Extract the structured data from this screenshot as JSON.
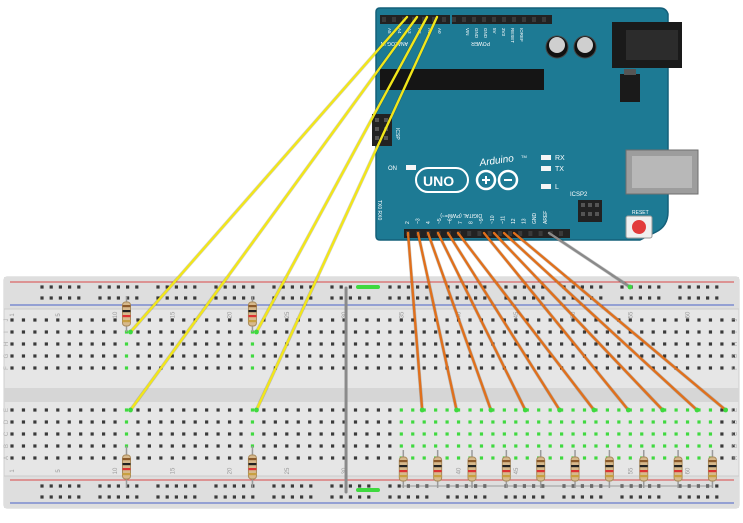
{
  "board": {
    "logo_uno": "UNO",
    "logo_brand": "Arduino",
    "tm": "TM",
    "label_rx": "RX",
    "label_tx": "TX",
    "label_l": "L",
    "label_on": "ON",
    "label_icsp": "ICSP",
    "label_icsp2": "ICSP2",
    "label_reset": "RESET",
    "label_digital": "DIGITAL (PWM=~)",
    "label_power": "POWER",
    "label_analog": "ANALOG IN",
    "label_txrx": "TX0 RX0",
    "digital_pins": [
      "2",
      "~3",
      "4",
      "~5",
      "~6",
      "7",
      "8",
      "~9",
      "~10",
      "~11",
      "12",
      "13",
      "GND",
      "AREF"
    ],
    "power_pins": [
      "IOREF",
      "RESET",
      "3V3",
      "5V",
      "GND",
      "GND",
      "VIN"
    ],
    "analog_pins": [
      "A0",
      "A1",
      "A2",
      "A3",
      "A4",
      "A5"
    ]
  },
  "breadboard": {
    "column_numbers": [
      "1",
      "5",
      "10",
      "15",
      "20",
      "25",
      "30",
      "35",
      "40",
      "45",
      "50",
      "55",
      "60"
    ],
    "row_letters_top": [
      "J",
      "I",
      "H",
      "G",
      "F"
    ],
    "row_letters_bottom": [
      "E",
      "D",
      "C",
      "B",
      "A"
    ]
  },
  "colors": {
    "board": "#1d7a94",
    "board_edge": "#15607a",
    "breadboard": "#e8e8e8",
    "rail_red": "#d94848",
    "rail_blue": "#4b62c8",
    "wire_yellow": "#f2e61a",
    "wire_orange": "#e0701c",
    "wire_gray": "#8a8a8a",
    "hole": "#3a3a3a",
    "hole_active": "#3fd93f"
  }
}
